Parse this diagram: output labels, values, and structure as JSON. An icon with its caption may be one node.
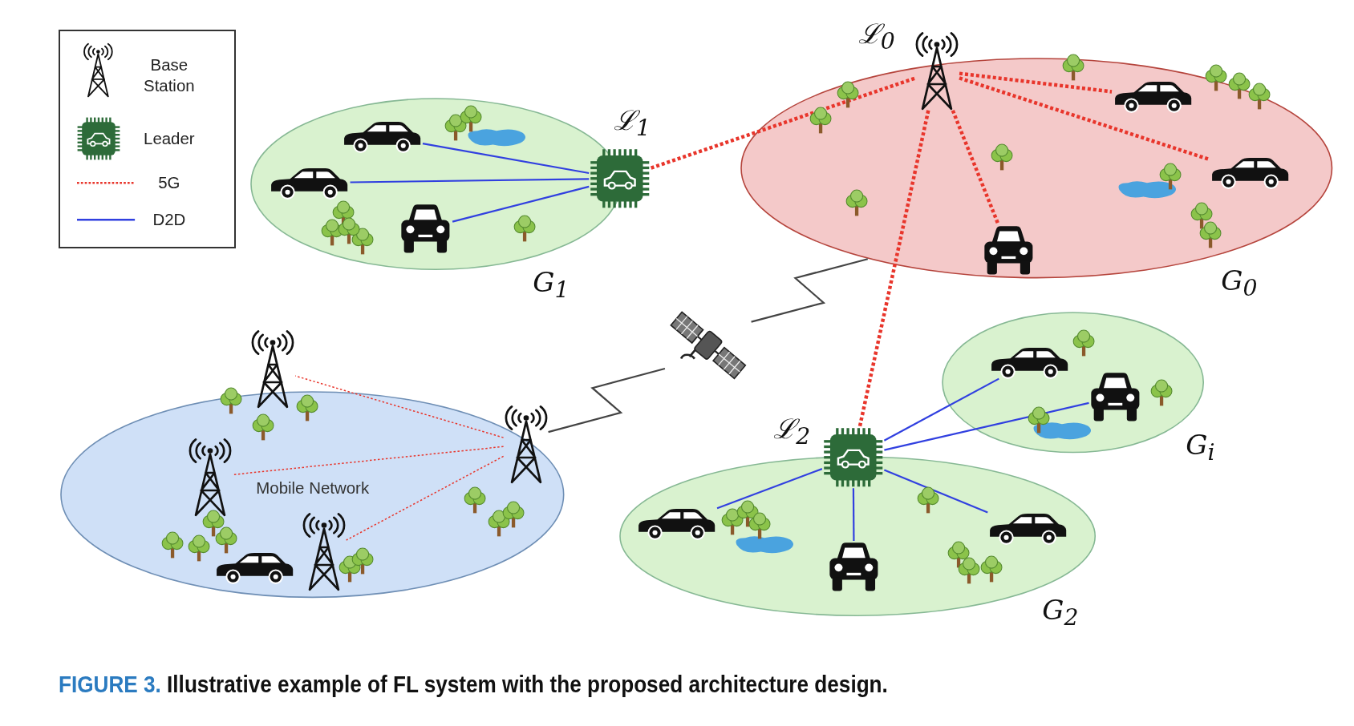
{
  "diagram": {
    "caption": "FIGURE 3. Illustrative example of FL system with the proposed architecture design.",
    "nodes": [
      {
        "text": [
          "G$_{0}$"
        ]
      },
      {
        "text": [
          "ℒ$_{0}$"
        ]
      },
      {
        "text": [],
        "shape": "car",
        "in": 0
      },
      {
        "text": [],
        "shape": "car",
        "in": 0
      },
      {
        "text": [],
        "shape": "car",
        "in": 0
      },
      {
        "text": [
          "G$_{1}$"
        ]
      },
      {
        "text": [
          "ℒ$_{1}$"
        ],
        "in": 5
      },
      {
        "text": [],
        "shape": "car",
        "in": 5
      },
      {
        "text": [],
        "shape": "car",
        "in": 5
      },
      {
        "text": [],
        "shape": "car",
        "in": 5
      },
      {
        "text": [
          "G$_{2}$"
        ]
      },
      {
        "text": [
          "ℒ$_{2}$"
        ],
        "in": 10
      },
      {
        "text": [],
        "shape": "car",
        "in": 10
      },
      {
        "text": [],
        "shape": "car",
        "in": 10
      },
      {
        "text": [],
        "shape": "car",
        "in": 10
      },
      {
        "text": [
          "G$_{i}$"
        ]
      },
      {
        "text": [],
        "shape": "car",
        "in": 15
      },
      {
        "text": [],
        "shape": "car",
        "in": 15
      },
      {
        "text": [
          "Mobile Network"
        ]
      },
      {
        "text": [],
        "shape": "picture"
      },
      {
        "text": [],
        "shape": "picture",
        "in": 18
      },
      {
        "text": [],
        "shape": "picture",
        "in": 18
      },
      {
        "text": [],
        "shape": "picture",
        "in": 18
      },
      {
        "text": [],
        "shape": "car",
        "in": 18
      },
      {
        "text": [],
        "shape": "picture"
      }
    ],
    "edges": [
      {
        "from": 1,
        "to": 6,
        "arrow": "none",
        "style": "dashed",
        "color": "#e8352b"
      },
      {
        "from": 1,
        "to": 2,
        "arrow": "none",
        "style": "dashed",
        "color": "#e8352b"
      },
      {
        "from": 1,
        "to": 3,
        "arrow": "none",
        "style": "dashed",
        "color": "#e8352b"
      },
      {
        "from": 1,
        "to": 4,
        "arrow": "none",
        "style": "dashed",
        "color": "#e8352b"
      },
      {
        "from": 1,
        "to": 11,
        "arrow": "none",
        "style": "dashed",
        "color": "#e8352b"
      },
      {
        "from": 6,
        "to": 7,
        "arrow": "none",
        "color": "#3140e0"
      },
      {
        "from": 6,
        "to": 8,
        "arrow": "none",
        "color": "#3140e0"
      },
      {
        "from": 6,
        "to": 9,
        "arrow": "none",
        "color": "#3140e0"
      },
      {
        "from": 11,
        "to": 12,
        "arrow": "none",
        "color": "#3140e0"
      },
      {
        "from": 11,
        "to": 13,
        "arrow": "none",
        "color": "#3140e0"
      },
      {
        "from": 11,
        "to": 14,
        "arrow": "none",
        "color": "#3140e0"
      },
      {
        "from": 11,
        "to": 16,
        "arrow": "none",
        "color": "#3140e0"
      },
      {
        "from": 11,
        "to": 17,
        "arrow": "none",
        "color": "#3140e0"
      },
      {
        "from": 22,
        "to": 19,
        "arrow": "none",
        "style": "dashed",
        "color": "#e8352b"
      },
      {
        "from": 22,
        "to": 20,
        "arrow": "none",
        "style": "dashed",
        "color": "#e8352b"
      },
      {
        "from": 22,
        "to": 21,
        "arrow": "none",
        "style": "dashed",
        "color": "#e8352b"
      },
      {
        "from": 24,
        "to": 22,
        "arrow": "none",
        "color": "#444444"
      },
      {
        "from": 24,
        "to": 0,
        "arrow": "none",
        "color": "#444444"
      }
    ],
    "legend": [
      {
        "text": "Base Station"
      },
      {
        "text": "Leader"
      },
      {
        "text": "5G"
      },
      {
        "text": "D2D"
      }
    ]
  }
}
